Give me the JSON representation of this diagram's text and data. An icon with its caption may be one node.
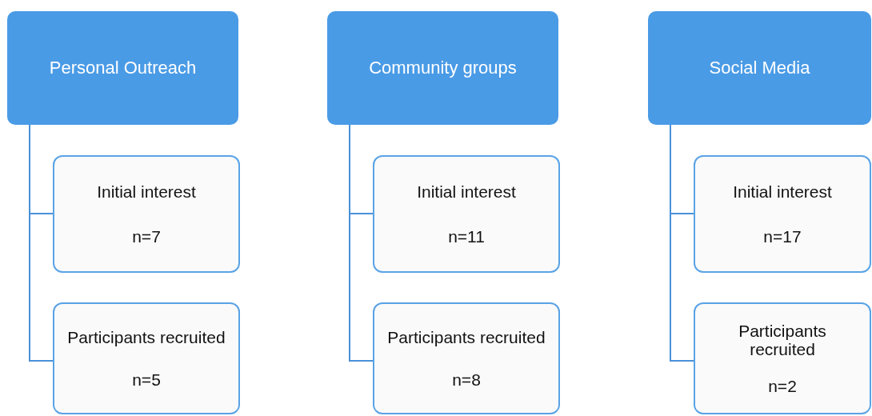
{
  "diagram": {
    "nodes": [
      {
        "text": [
          "Personal Outreach"
        ]
      },
      {
        "text": [
          "Initial interest",
          "n=7"
        ]
      },
      {
        "text": [
          "Participants recruited",
          "n=5"
        ]
      },
      {
        "text": [
          "Community groups"
        ]
      },
      {
        "text": [
          "Initial interest",
          "n=11"
        ]
      },
      {
        "text": [
          "Participants recruited",
          "n=8"
        ]
      },
      {
        "text": [
          "Social Media"
        ]
      },
      {
        "text": [
          "Initial interest",
          "n=17"
        ]
      },
      {
        "text": [
          "Participants recruited",
          "n=2"
        ]
      }
    ],
    "edges": [
      {
        "from": 0,
        "to": 1,
        "arrow": "none"
      },
      {
        "from": 0,
        "to": 2,
        "arrow": "none"
      },
      {
        "from": 3,
        "to": 4,
        "arrow": "none"
      },
      {
        "from": 3,
        "to": 5,
        "arrow": "none"
      },
      {
        "from": 6,
        "to": 7,
        "arrow": "none"
      },
      {
        "from": 6,
        "to": 8,
        "arrow": "none"
      }
    ]
  }
}
